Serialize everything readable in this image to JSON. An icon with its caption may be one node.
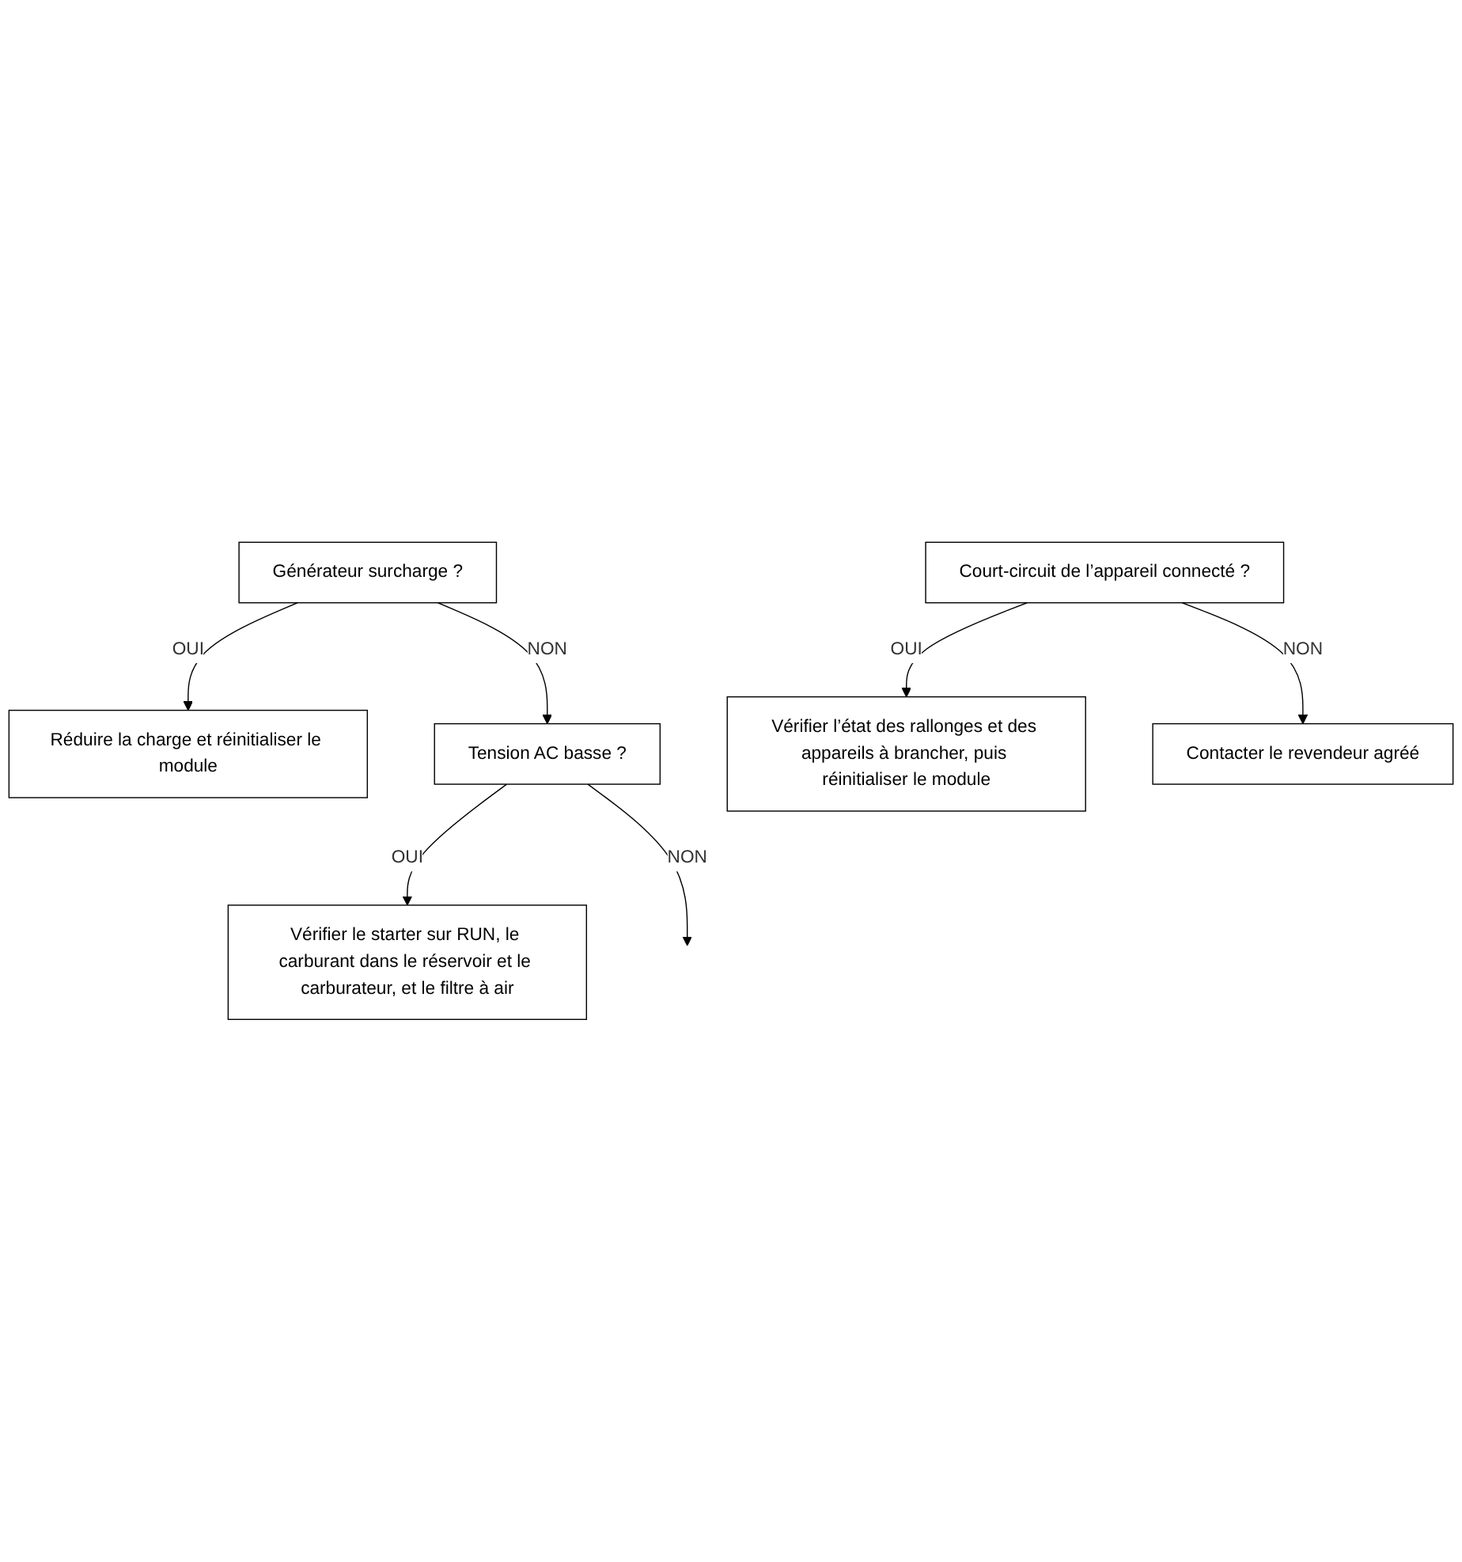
{
  "diagram": {
    "nodes": [
      {
        "text": [
          "Générateur surcharge ?"
        ]
      },
      {
        "text": [
          "Réduire la charge et réinitialiser le module"
        ]
      },
      {
        "text": [
          "Tension AC basse ?"
        ]
      },
      {
        "text": [
          "Vérifier le starter sur RUN, le carburant dans le réservoir et le carburateur, et le filtre à air"
        ]
      },
      {
        "text": [
          "Court-circuit de l’appareil connecté ?"
        ]
      },
      {
        "text": [
          "Vérifier l’état des rallonges et des appareils à brancher, puis réinitialiser le module"
        ]
      },
      {
        "text": [
          "Contacter le revendeur agréé"
        ]
      }
    ],
    "edges": [
      {
        "from": 0,
        "to": 1,
        "arrow": "to",
        "label": "OUI"
      },
      {
        "from": 0,
        "to": 2,
        "arrow": "to",
        "label": "NON"
      },
      {
        "from": 2,
        "to": 3,
        "arrow": "to",
        "label": "OUI"
      },
      {
        "from": 2,
        "to": null,
        "arrow": "to",
        "label": "NON"
      },
      {
        "from": 4,
        "to": 5,
        "arrow": "to",
        "label": "OUI"
      },
      {
        "from": 4,
        "to": 6,
        "arrow": "to",
        "label": "NON"
      }
    ]
  }
}
